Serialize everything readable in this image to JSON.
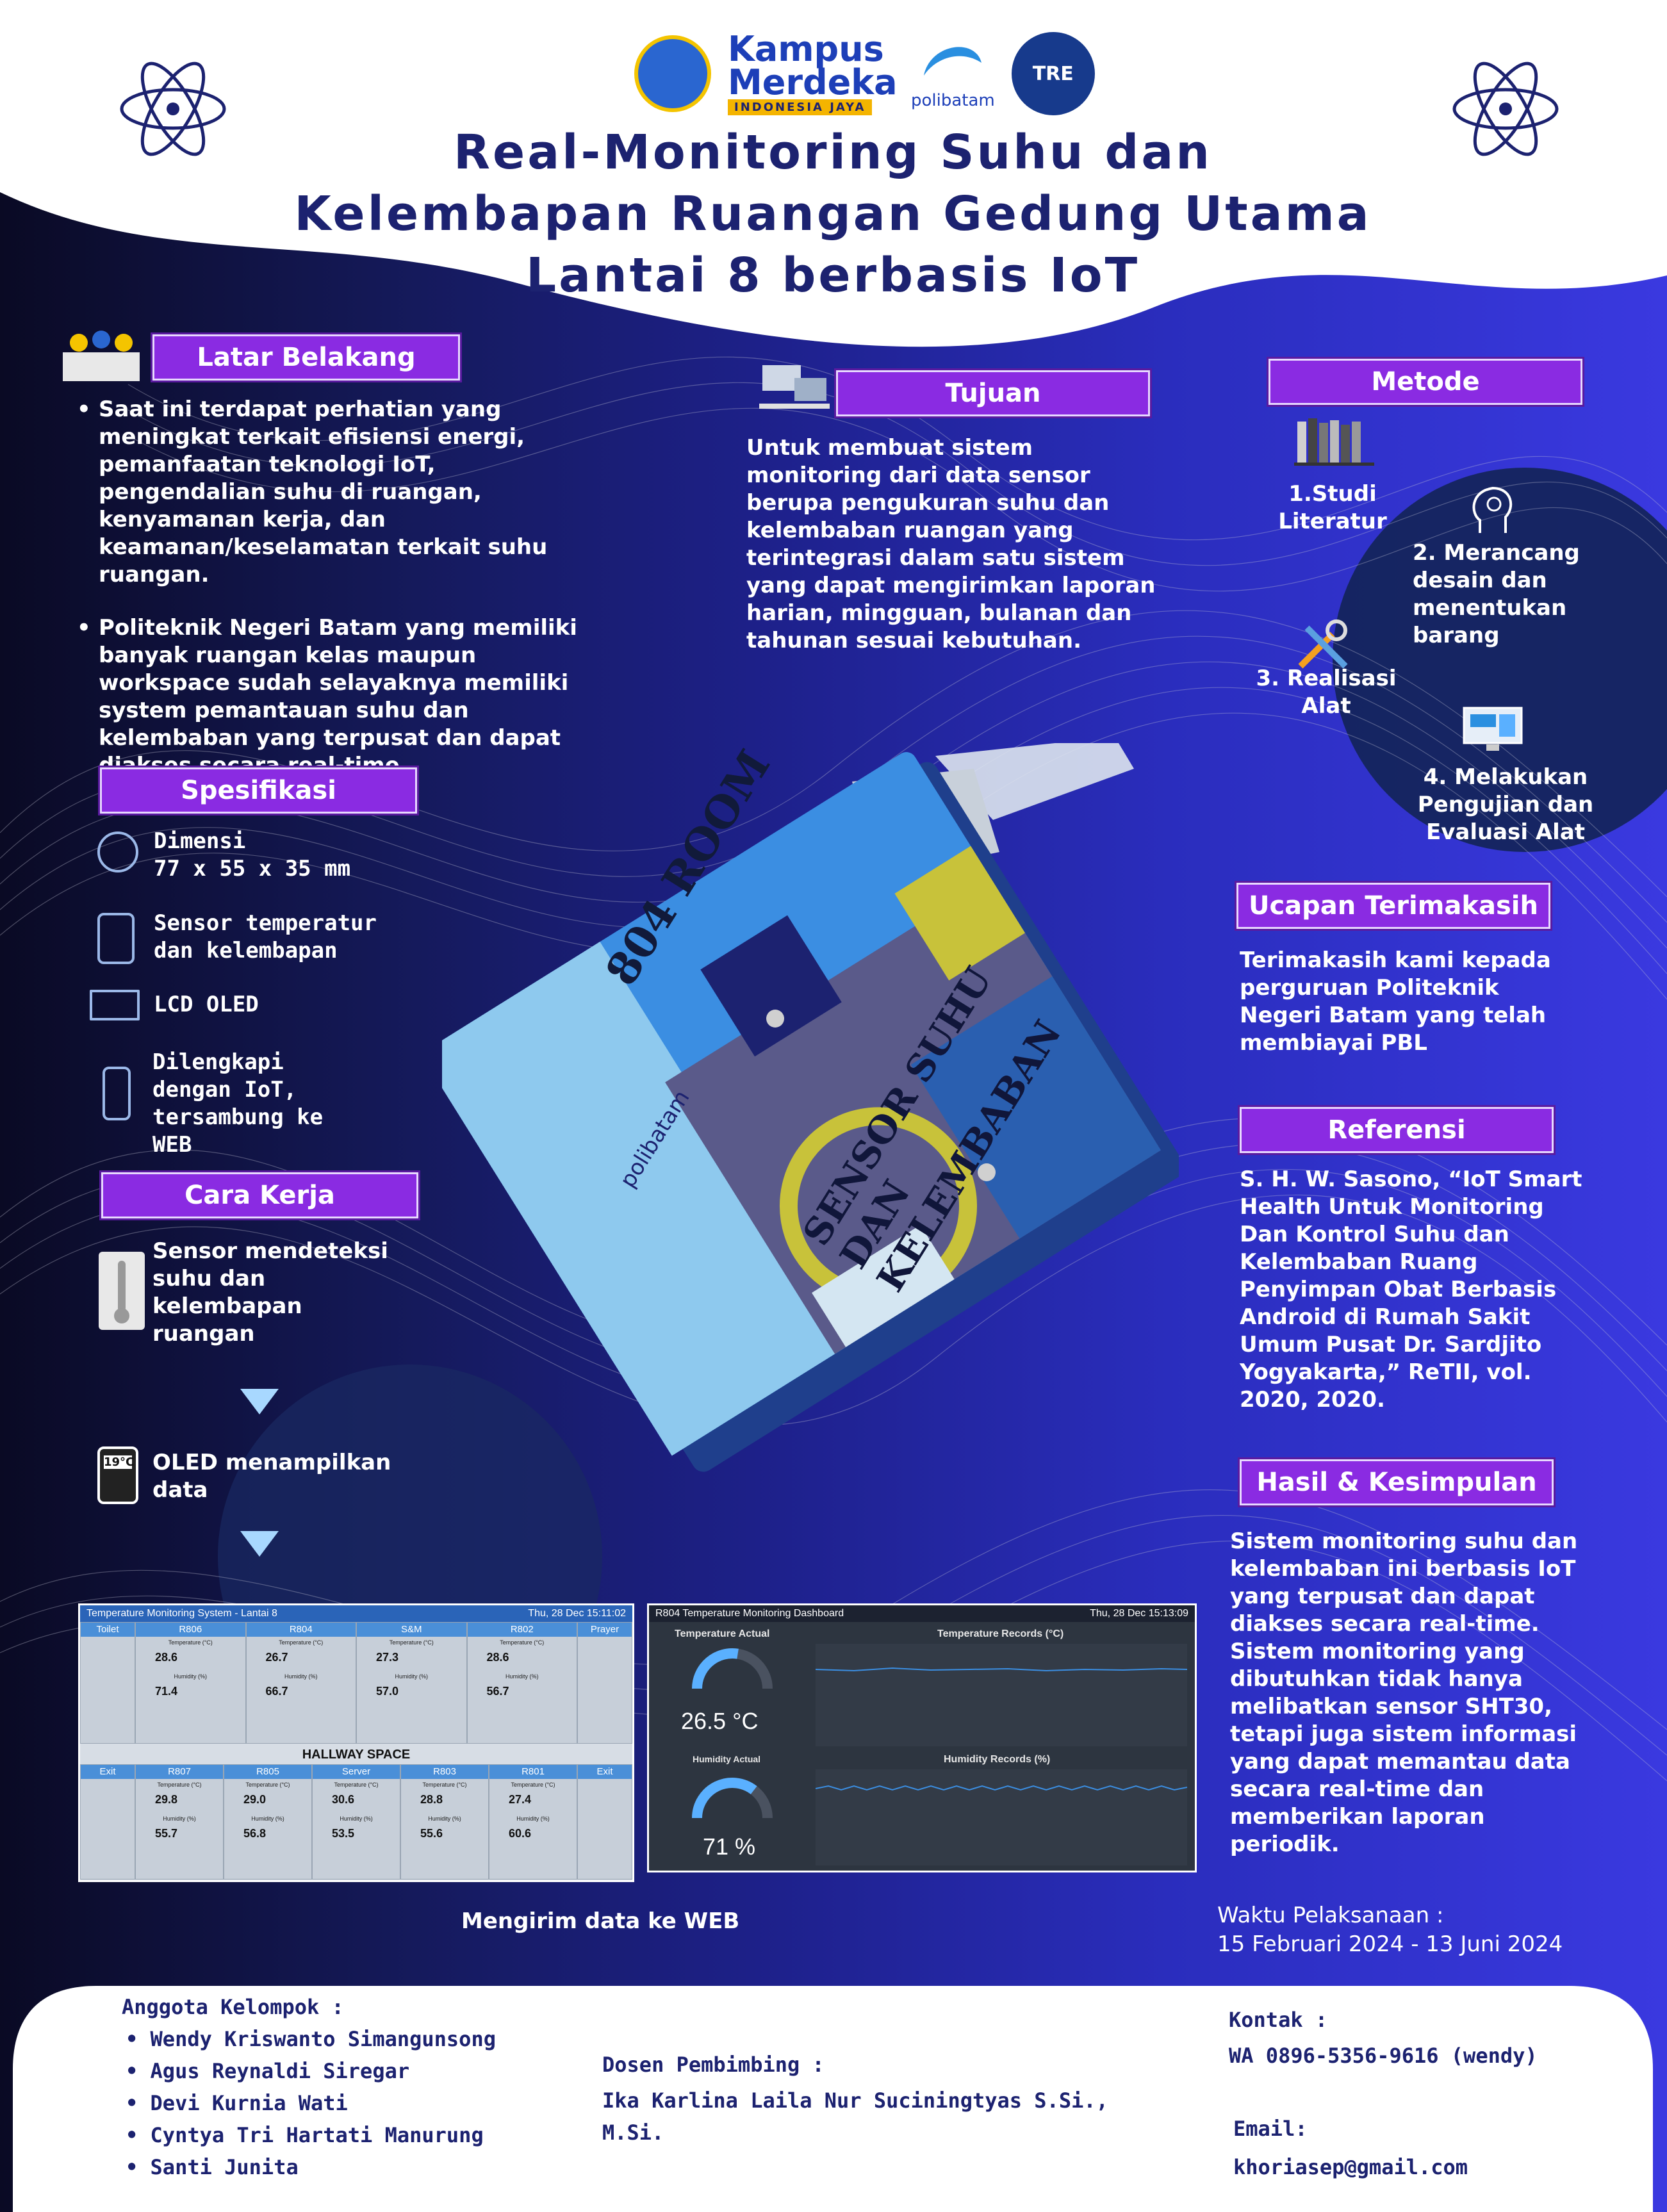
{
  "header": {
    "logos": {
      "kampus_merdeka": "Kampus Merdeka",
      "kampus_merdeka_tagline": "INDONESIA JAYA",
      "polibatam": "polibatam",
      "tre": "TRE"
    },
    "title_lines": [
      "Real-Monitoring Suhu dan",
      "Kelembapan Ruangan Gedung Utama",
      "Lantai 8 berbasis IoT"
    ]
  },
  "latar_belakang": {
    "label": "Latar Belakang",
    "bullets": [
      "Saat ini terdapat perhatian yang meningkat terkait efisiensi energi, pemanfaatan teknologi IoT, pengendalian suhu di ruangan, kenyamanan kerja, dan keamanan/keselamatan terkait suhu ruangan.",
      "Politeknik Negeri Batam yang memiliki banyak ruangan kelas maupun workspace sudah selayaknya memiliki system pemantauan suhu dan kelembaban yang terpusat dan dapat diakses secara real-time."
    ]
  },
  "tujuan": {
    "label": "Tujuan",
    "text": "Untuk membuat sistem monitoring dari data sensor berupa pengukuran suhu dan kelembaban ruangan yang terintegrasi dalam satu sistem yang dapat mengirimkan laporan harian, mingguan, bulanan dan tahunan sesuai kebutuhan."
  },
  "metode": {
    "label": "Metode",
    "steps": [
      "1.Studi\nLiteratur",
      "2. Merancang\ndesain dan\nmenentukan\nbarang",
      "3. Realisasi\nAlat",
      "4. Melakukan\nPengujian dan\nEvaluasi Alat"
    ]
  },
  "spesifikasi": {
    "label": "Spesifikasi",
    "items": [
      {
        "icon": "dimension-icon",
        "text": "Dimensi\n77 x 55 x 35 mm"
      },
      {
        "icon": "sensor-icon",
        "text": "Sensor temperatur\ndan kelembapan"
      },
      {
        "icon": "oled-icon",
        "text": "LCD OLED"
      },
      {
        "icon": "iot-icon",
        "text": "Dilengkapi\ndengan IoT,\ntersambung ke\nWEB"
      }
    ]
  },
  "cara_kerja": {
    "label": "Cara Kerja",
    "steps": [
      {
        "icon": "thermometer-icon",
        "text": "Sensor mendeteksi\nsuhu dan\nkelembapan\nruangan"
      },
      {
        "icon": "oled-display-icon",
        "icon_text": "19°C",
        "text": "OLED menampilkan\ndata"
      }
    ],
    "web_caption": "Mengirim data ke WEB"
  },
  "device": {
    "room_label": "804 ROOM",
    "brand": "polibatam",
    "sensor_label": "SENSOR SUHU DAN KELEMBABAN"
  },
  "ucapan": {
    "label": "Ucapan Terimakasih",
    "text": "Terimakasih kami kepada perguruan Politeknik Negeri Batam yang telah membiayai PBL"
  },
  "referensi": {
    "label": "Referensi",
    "text": "S. H. W. Sasono, “IoT Smart Health Untuk Monitoring Dan Kontrol Suhu dan Kelembaban Ruang Penyimpan Obat Berbasis Android di Rumah Sakit Umum Pusat Dr. Sardjito Yogyakarta,” ReTII, vol. 2020, 2020."
  },
  "hasil": {
    "label": "Hasil & Kesimpulan",
    "text": "Sistem monitoring suhu dan kelembaban ini berbasis IoT yang terpusat dan dapat diakses secara real-time. Sistem monitoring yang dibutuhkan tidak hanya melibatkan sensor SHT30, tetapi juga sistem informasi yang dapat memantau data secara real-time dan memberikan laporan periodik."
  },
  "waktu": {
    "label": "Waktu Pelaksanaan :",
    "value": "15 Februari 2024 - 13 Juni 2024"
  },
  "floor_screen": {
    "title": "Temperature Monitoring System - Lantai 8",
    "datetime": "Thu, 28 Dec 15:11:02",
    "top_rooms": [
      {
        "name": "R806",
        "temp": "28.6",
        "hum": "71.4"
      },
      {
        "name": "R804",
        "temp": "26.7",
        "hum": "66.7"
      },
      {
        "name": "S&M",
        "temp": "27.3",
        "hum": "57.0"
      },
      {
        "name": "R802",
        "temp": "28.6",
        "hum": "56.7"
      }
    ],
    "bottom_rooms": [
      {
        "name": "R807",
        "temp": "29.8",
        "hum": "55.7"
      },
      {
        "name": "R805",
        "temp": "29.0",
        "hum": "56.8"
      },
      {
        "name": "Server",
        "temp": "30.6",
        "hum": "53.5"
      },
      {
        "name": "R803",
        "temp": "28.8",
        "hum": "55.6"
      },
      {
        "name": "R801",
        "temp": "27.4",
        "hum": "60.6"
      }
    ],
    "side_labels": {
      "toilet": "Toilet",
      "prayer": "Prayer",
      "exit_left": "Exit",
      "exit_right": "Exit"
    },
    "hallway": "HALLWAY SPACE",
    "temp_label": "Temperature (°C)",
    "hum_label": "Humidity (%)"
  },
  "dashboard_screen": {
    "title": "R804 Temperature Monitoring Dashboard",
    "datetime": "Thu, 28 Dec 15:13:09",
    "temp_actual_label": "Temperature Actual",
    "temp_actual": "26.5 °C",
    "temp_fraction": 0.55,
    "hum_actual_label": "Humidity Actual",
    "hum_actual": "71 %",
    "hum_fraction": 0.71,
    "temp_records_label": "Temperature Records (°C)",
    "hum_records_label": "Humidity Records (%)"
  },
  "footer": {
    "anggota_label": "Anggota Kelompok :",
    "anggota": [
      "Wendy Kriswanto Simangunsong",
      "Agus Reynaldi Siregar",
      "Devi Kurnia Wati",
      "Cyntya Tri Hartati Manurung",
      "Santi Junita"
    ],
    "dosen_label": "Dosen Pembimbing :",
    "dosen": "Ika Karlina Laila Nur Suciningtyas S.Si., M.Si.",
    "kontak_label": "Kontak :",
    "kontak": "WA 0896-5356-9616 (wendy)",
    "email_label": "Email:",
    "email": "khoriasep@gmail.com"
  },
  "colors": {
    "label_bg": "#8a2be2",
    "title": "#1c2270",
    "accent_blue": "#2a64b8"
  }
}
